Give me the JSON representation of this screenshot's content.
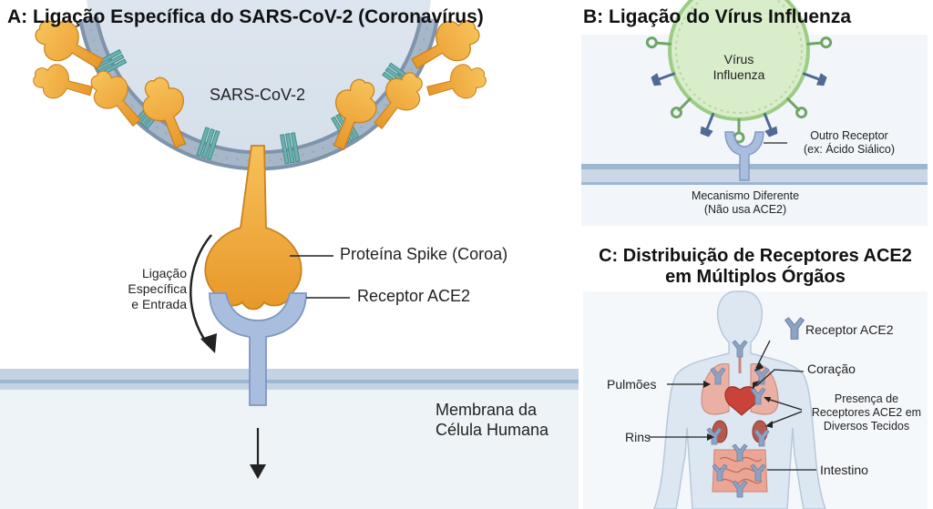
{
  "panel_a": {
    "title": "A: Ligação Específica do SARS-CoV-2 (Coronavírus)",
    "virus_label": "SARS-CoV-2",
    "spike_label": "Proteína Spike (Coroa)",
    "receptor_label": "Receptor ACE2",
    "binding_label": [
      "Ligação",
      "Específica",
      "e Entrada"
    ],
    "membrane_label": [
      "Membrana da",
      "Célula Humana"
    ]
  },
  "panel_b": {
    "title": "B: Ligação do Vírus Influenza",
    "virus_label": [
      "Vírus",
      "Influenza"
    ],
    "receptor_label": [
      "Outro Receptor",
      "(ex: Ácido Siálico)"
    ],
    "mechanism_label": [
      "Mecanismo Diferente",
      "(Não usa ACE2)"
    ]
  },
  "panel_c": {
    "title": [
      "C: Distribuição de Receptores ACE2",
      "em Múltiplos Órgãos"
    ],
    "legend_label": "Receptor ACE2",
    "lungs": "Pulmões",
    "heart": "Coração",
    "presence": [
      "Presença de",
      "Receptores ACE2 em",
      "Diversos Tecidos"
    ],
    "kidneys": "Rins",
    "intestine": "Intestino"
  },
  "colors": {
    "virus_envelope": "#8fa6bf",
    "virus_interior": "#dfe8f0",
    "spike": "#f0a93a",
    "receptor_ace2": "#a9bedf",
    "membrane": "#a7c0d8",
    "influenza_body": "#d6ecc7",
    "influenza_rim": "#8fc07a",
    "organs": "#e8a08f"
  }
}
